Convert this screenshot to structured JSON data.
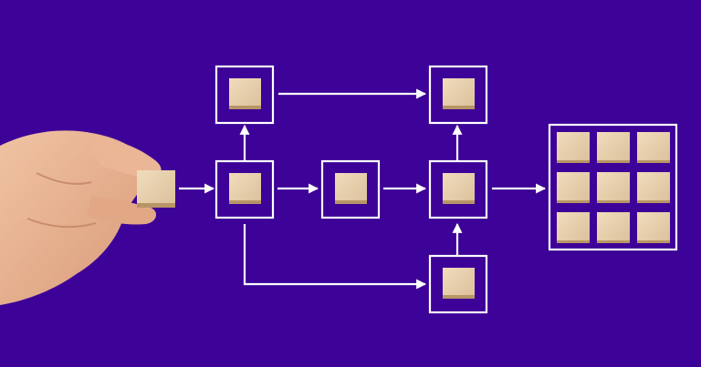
{
  "background_color": "#3d0297",
  "line_color": "#ffffff",
  "block_color": "#e6ceac",
  "skin_color": "#e7b08e",
  "diagram": {
    "nodes": [
      {
        "id": "node-start",
        "blocks": 1
      },
      {
        "id": "node-top-left",
        "blocks": 1
      },
      {
        "id": "node-middle",
        "blocks": 1
      },
      {
        "id": "node-top-right",
        "blocks": 1
      },
      {
        "id": "node-center-right",
        "blocks": 1
      },
      {
        "id": "node-bottom-right",
        "blocks": 1
      },
      {
        "id": "node-result-grid",
        "blocks": 9
      }
    ],
    "edges": [
      {
        "from": "held-block",
        "to": "node-start"
      },
      {
        "from": "node-start",
        "to": "node-top-left"
      },
      {
        "from": "node-top-left",
        "to": "node-top-right"
      },
      {
        "from": "node-start",
        "to": "node-middle"
      },
      {
        "from": "node-middle",
        "to": "node-center-right"
      },
      {
        "from": "node-center-right",
        "to": "node-top-right"
      },
      {
        "from": "node-start",
        "to": "node-bottom-right"
      },
      {
        "from": "node-bottom-right",
        "to": "node-center-right"
      },
      {
        "from": "node-center-right",
        "to": "node-result-grid"
      }
    ]
  }
}
